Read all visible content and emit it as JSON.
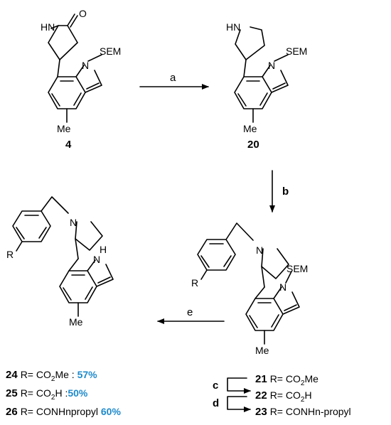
{
  "atoms": {
    "nh": "NH",
    "hn": "HN",
    "n": "N",
    "h": "H",
    "o": "O",
    "sem": "SEM",
    "me": "Me",
    "r": "R"
  },
  "compounds": {
    "c4": "4",
    "c20": "20"
  },
  "steps": {
    "a": "a",
    "b": "b",
    "c": "c",
    "d": "d",
    "e": "e"
  },
  "labels_left": [
    {
      "num": "24",
      "pre": "R= CO",
      "sub": "2",
      "post": "Me : ",
      "yield": "57%"
    },
    {
      "num": "25",
      "pre": "R= CO",
      "sub": "2",
      "post": "H :",
      "yield": "50%"
    },
    {
      "num": "26",
      "pre": "R= CONHnpropyl ",
      "sub": "",
      "post": "",
      "yield": "60%"
    }
  ],
  "labels_right": [
    {
      "num": "21",
      "pre": "R= CO",
      "sub": "2",
      "post": "Me"
    },
    {
      "num": "22",
      "pre": "R= CO",
      "sub": "2",
      "post": "H"
    },
    {
      "num": "23",
      "pre": "R= CONHn-propyl",
      "sub": "",
      "post": ""
    }
  ],
  "colors": {
    "yield": "#1E8ACB",
    "ink": "#000000"
  }
}
